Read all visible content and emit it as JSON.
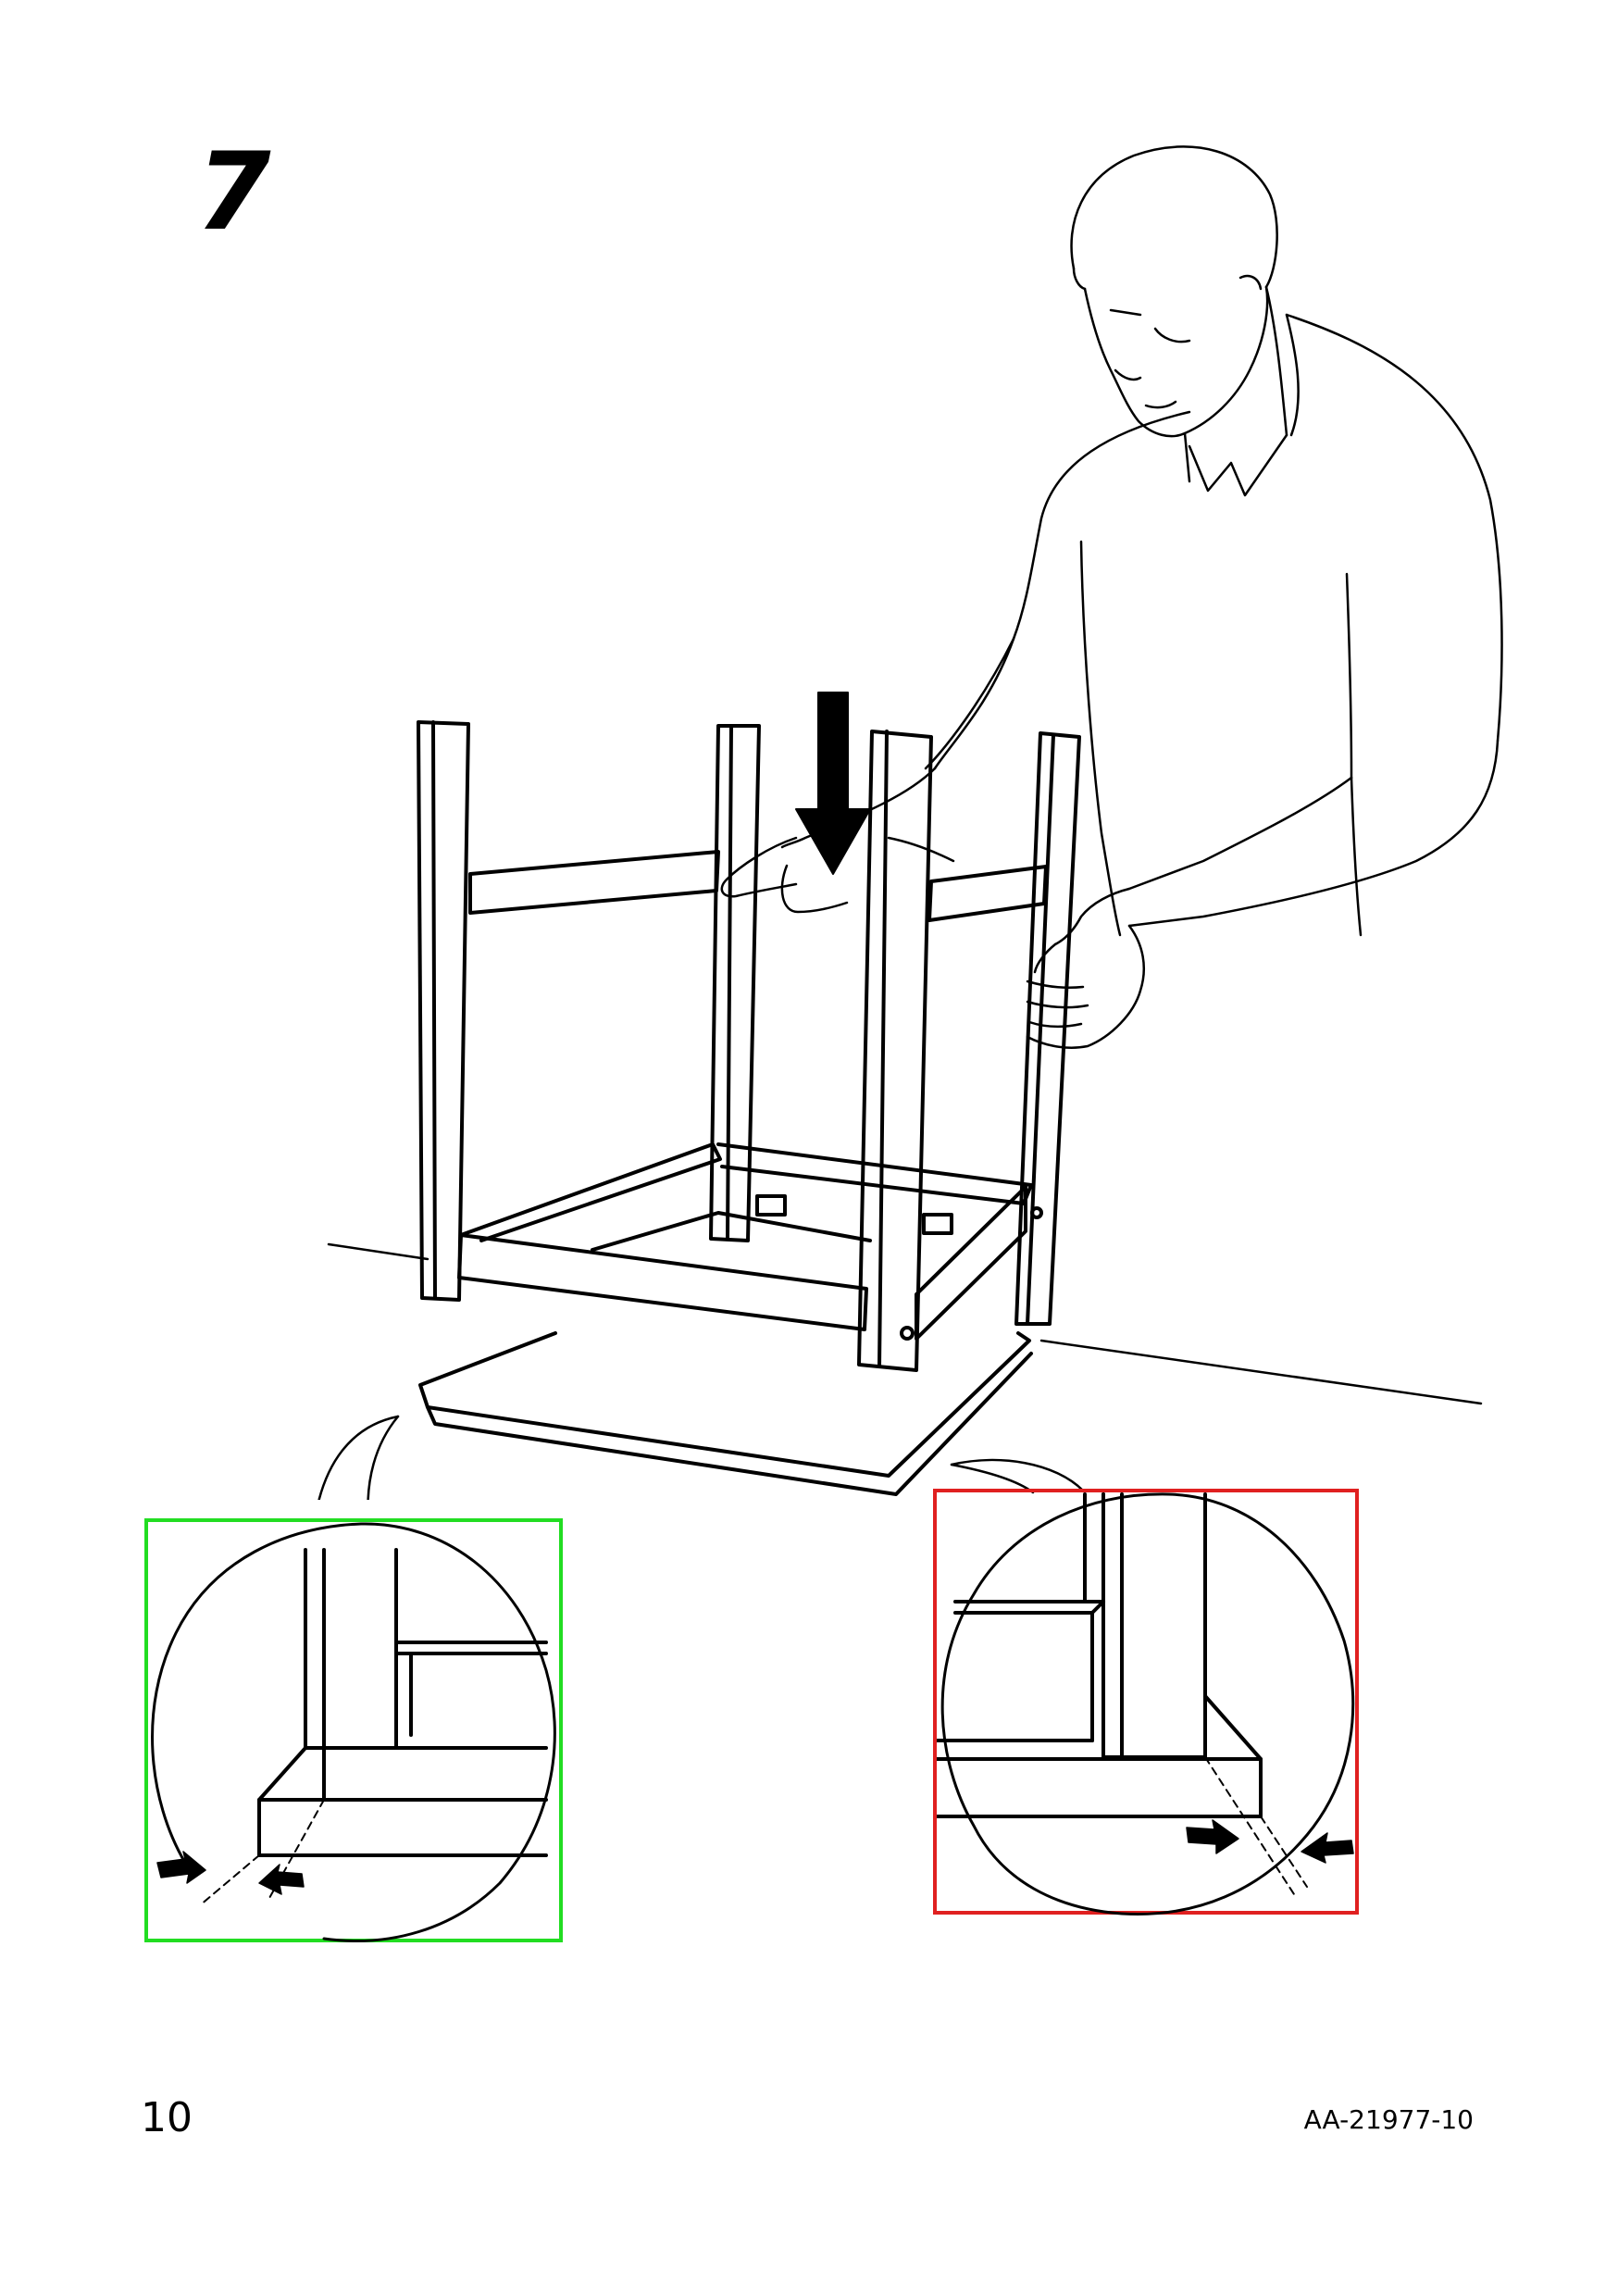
{
  "step": {
    "number": "7"
  },
  "footer": {
    "page_number": "10",
    "doc_code": "AA-21977-10"
  },
  "colors": {
    "correct_frame": "#22dd22",
    "wrong_frame": "#e02020",
    "line": "#000000"
  },
  "icons": [
    "down-arrow-icon",
    "inward-arrow-icon"
  ]
}
